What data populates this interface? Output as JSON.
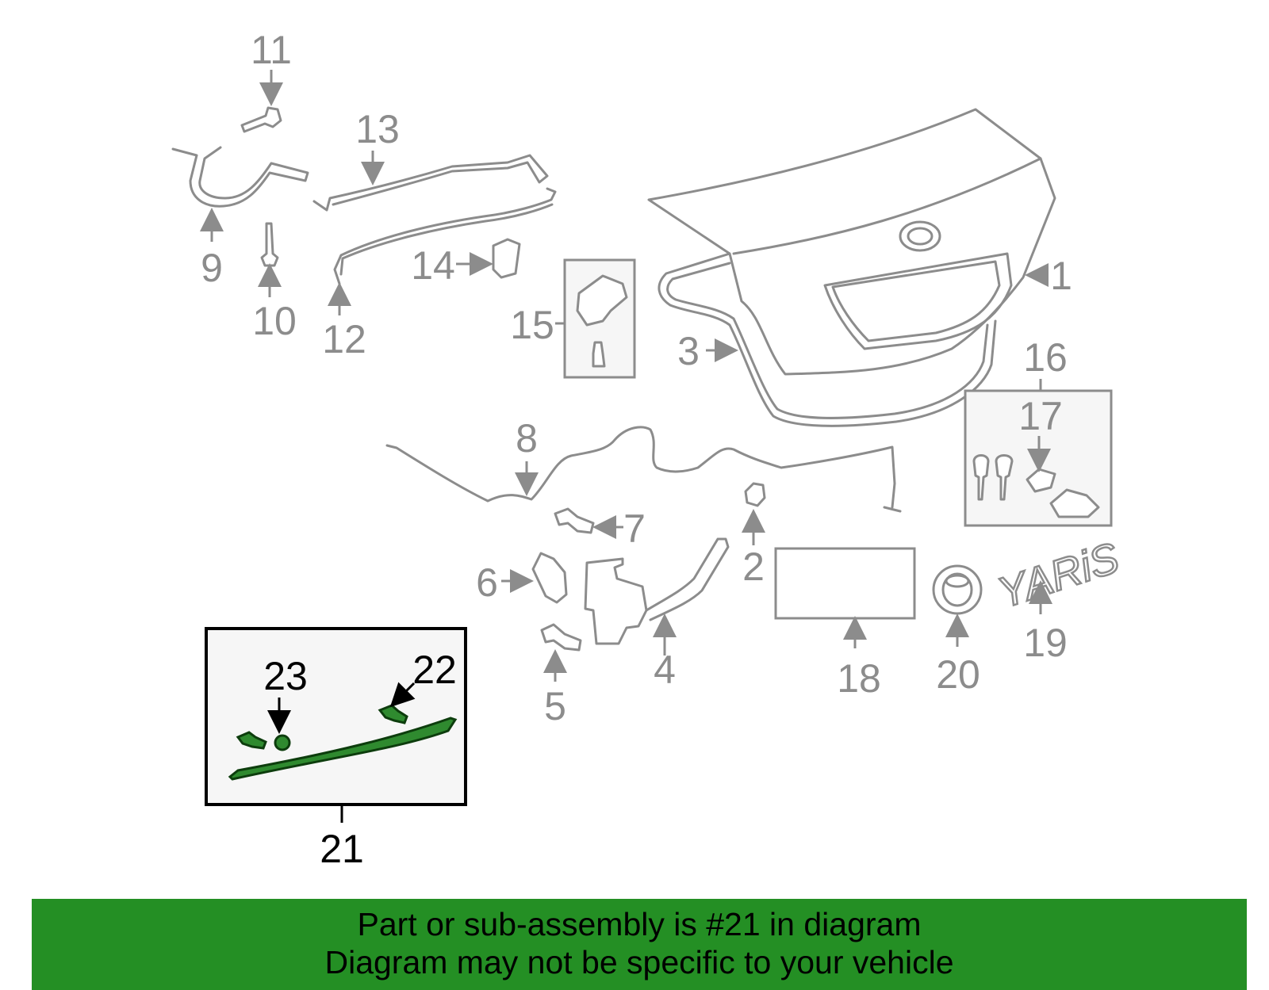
{
  "diagram": {
    "callouts": {
      "c1": "1",
      "c2": "2",
      "c3": "3",
      "c4": "4",
      "c5": "5",
      "c6": "6",
      "c7": "7",
      "c8": "8",
      "c9": "9",
      "c10": "10",
      "c11": "11",
      "c12": "12",
      "c13": "13",
      "c14": "14",
      "c15": "15",
      "c16": "16",
      "c17": "17",
      "c18": "18",
      "c19": "19",
      "c20": "20",
      "c21": "21",
      "c22": "22",
      "c23": "23"
    },
    "emblem_text": "YARiS",
    "colors": {
      "line": "#8c8c8c",
      "highlight_part": "#2f8a2f",
      "banner": "#248f24"
    }
  },
  "banner": {
    "line1": "Part or sub-assembly is #21 in diagram",
    "line2": "Diagram may not be specific to your vehicle"
  }
}
